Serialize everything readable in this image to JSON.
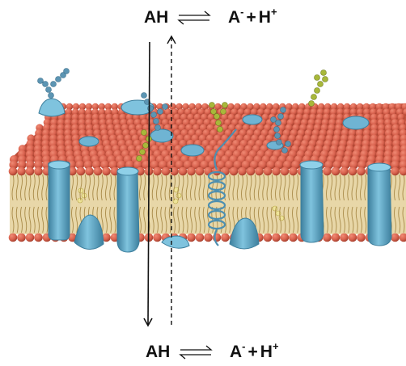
{
  "equations": {
    "top": {
      "left": "AH",
      "right_base_1": "A",
      "right_charge_1": "-",
      "plus": "+",
      "right_base_2": "H",
      "right_charge_2": "+"
    },
    "bottom": {
      "left": "AH",
      "right_base_1": "A",
      "right_charge_1": "-",
      "plus": "+",
      "right_base_2": "H",
      "right_charge_2": "+"
    }
  },
  "colors": {
    "phospholipid_head": "#d9634f",
    "phospholipid_head_dark": "#b8493a",
    "lipid_tail": "#e8d7a8",
    "protein": "#5fa9c9",
    "protein_dark": "#3d7f9d",
    "cholesterol": "#efe49a",
    "glycan_blue": "#5c95b3",
    "glycan_green": "#a8b83a",
    "arrow": "#111111"
  },
  "icons": {
    "solid_arrow": "solid-down-arrow-icon",
    "dashed_arrow": "dashed-up-arrow-icon",
    "equilibrium": "equilibrium-arrows-icon"
  }
}
